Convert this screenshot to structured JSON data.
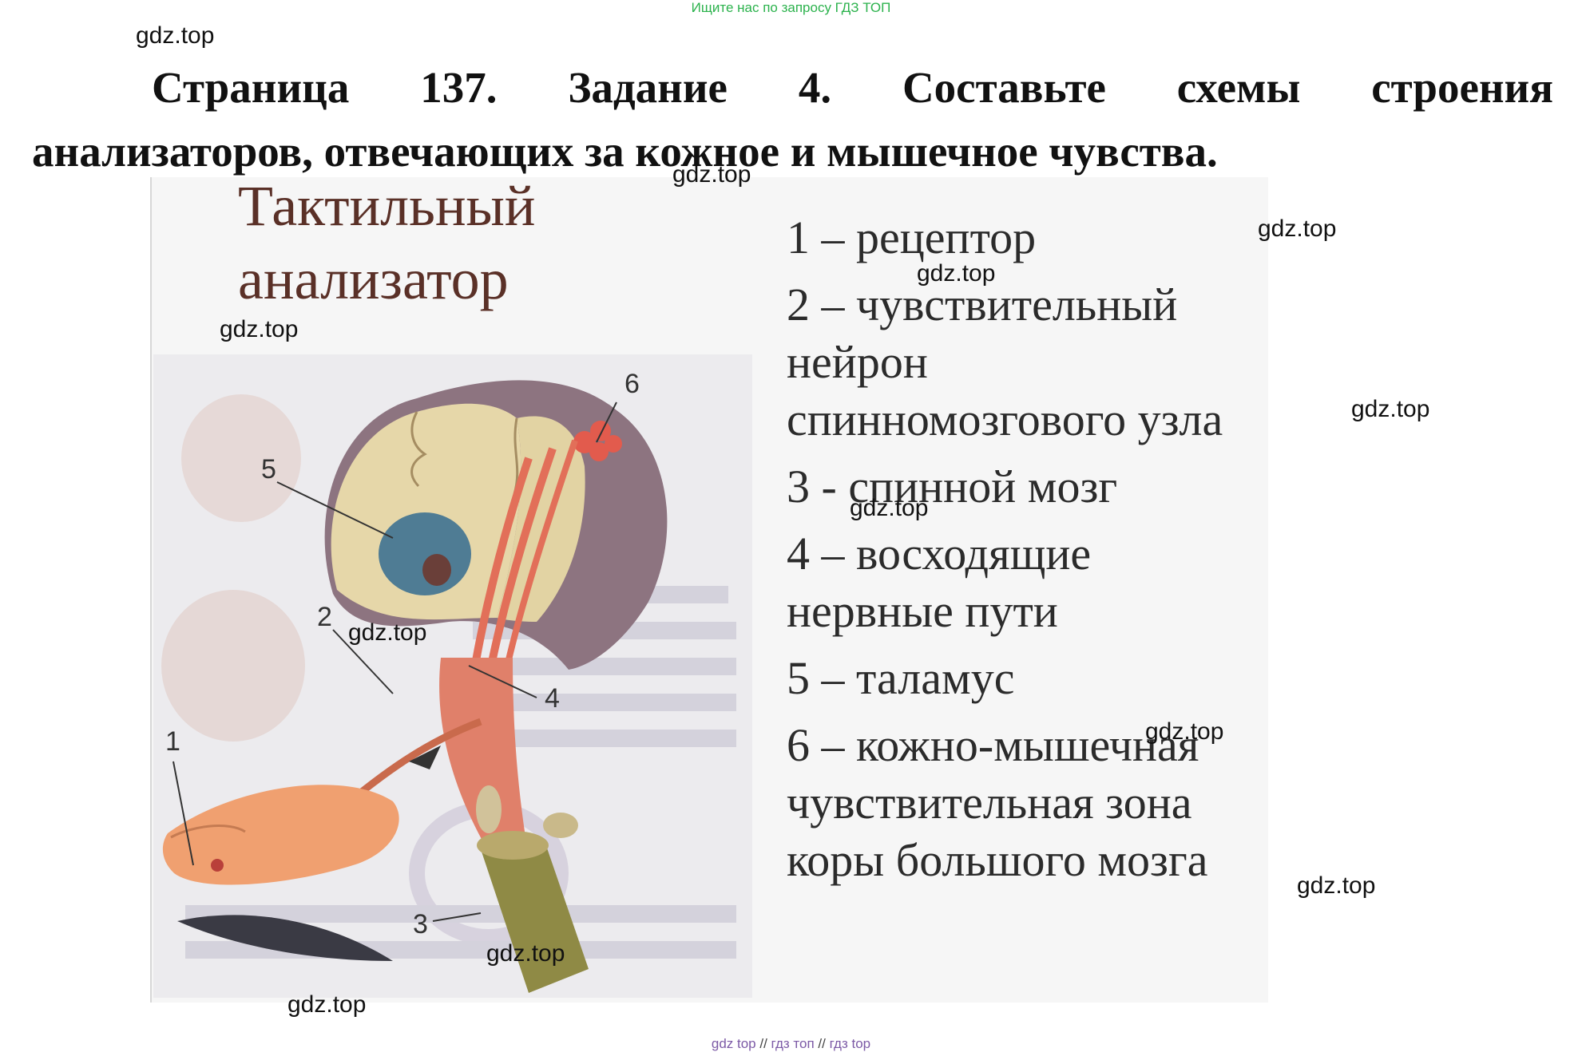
{
  "top_note": "Ищите нас по запросу ГДЗ ТОП",
  "heading": {
    "line1_words": [
      "Страница",
      "137.",
      "Задание",
      "4.",
      "Составьте",
      "схемы",
      "строения"
    ],
    "line2": "анализаторов, отвечающих за кожное и мышечное чувства."
  },
  "figure": {
    "title_line1": "Тактильный",
    "title_line2": "анализатор",
    "numbers": [
      "1",
      "2",
      "3",
      "4",
      "5",
      "6"
    ]
  },
  "legend": [
    "1 – рецептор",
    "2 – чувствительный нейрон спинномозгового узла",
    "3 -  спинной мозг",
    "4 – восходящие нервные пути",
    "5 – таламус",
    "6 – кожно-мышечная чувствительная зона коры большого мозга"
  ],
  "watermark": "gdz.top",
  "bottom_links": [
    "gdz top",
    "гдз топ",
    "гдз top"
  ],
  "bottom_separator": "//"
}
